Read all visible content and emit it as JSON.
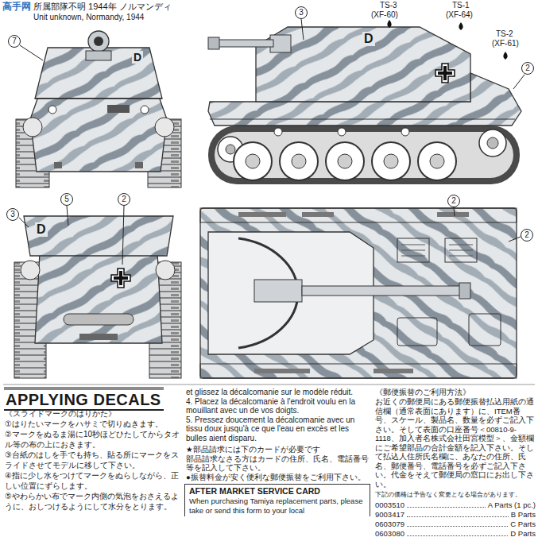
{
  "diagram": {
    "nodes": [
      {
        "text": [
          "7"
        ]
      },
      {
        "text": [
          "3"
        ]
      },
      {
        "text": [
          "2"
        ]
      },
      {
        "text": [
          "5"
        ]
      },
      {
        "text": [
          "2"
        ]
      },
      {
        "text": [
          "3"
        ]
      },
      {
        "text": [
          "2"
        ]
      },
      {
        "text": [
          "2"
        ]
      },
      {
        "text": [
          "APPLYING DECALS"
        ]
      },
      {
        "text": [
          "AFTER MARKET SERVICE CARD",
          "When purchasing Tamiya replacement parts, please take or send this form to your local"
        ]
      }
    ],
    "labels": [
      "高手网",
      "所属部隊不明 1944年 ノルマンディ",
      "Unit unknown, Normandy, 1944",
      "TS-3",
      "(XF-60)",
      "TS-1",
      "(XF-64)",
      "TS-2",
      "(XF-61)",
      "D",
      "D",
      "D",
      "《スライドマークのはりかた》",
      "①はりたいマークをハサミで切りぬきます。",
      "②マークをぬるま湯に10秒ほどひたしてからタオル等の布の上におきます。",
      "③台紙のはしを手でも持ち、貼る所にマークをスライドさせてモデルに移して下さい。",
      "④指に少し水をつけてマークをぬらしながら、正しい位置にずらします。",
      "⑤やわらかい布でマーク内側の気泡をおさえるように、おしつけるようにして水分をとります。",
      "et glissez la décalcomanie sur le modèle réduit.",
      "4. Placez la décalcomanie à l'endroit voulu en la mouillant avec un de vos doigts.",
      "5. Pressez doucement la décalcomanie avec un tissu doux jusqu'à ce que l'eau en excès et les bulles aient disparu.",
      "★部品請求には下のカードが必要です",
      "部品請求なさる方はカードの住所、氏名、電話番号等を記入して下さい。",
      "●振替料金が安く便利な郵便振替をご利用下さい。",
      "《郵便振替のご利用方法》",
      "お近くの郵便局にある郵便振替払込用紙の通信欄（通常表面にあります）に、ITEM番号、スケール、製品名、数量を必ずご記入下さい。そして表面の口座番号＜00810-9-1118、加入者名株式会社田宮模型＞、金額欄にご希望部品の合計金額を記入下さい。そして払込人住所氏名欄に、あなたの住所、氏名、郵便番号、電話番号を必ずご記入下さい。代金をそえて郵便局の窓口にお出し下さい。",
      "下記の価格は予告なく変更となる場合があります。",
      "0003510",
      "A Parts (1 pc.)",
      "9003417",
      "B Parts",
      "0603079",
      "C Parts",
      "0603080",
      "D Parts"
    ]
  }
}
